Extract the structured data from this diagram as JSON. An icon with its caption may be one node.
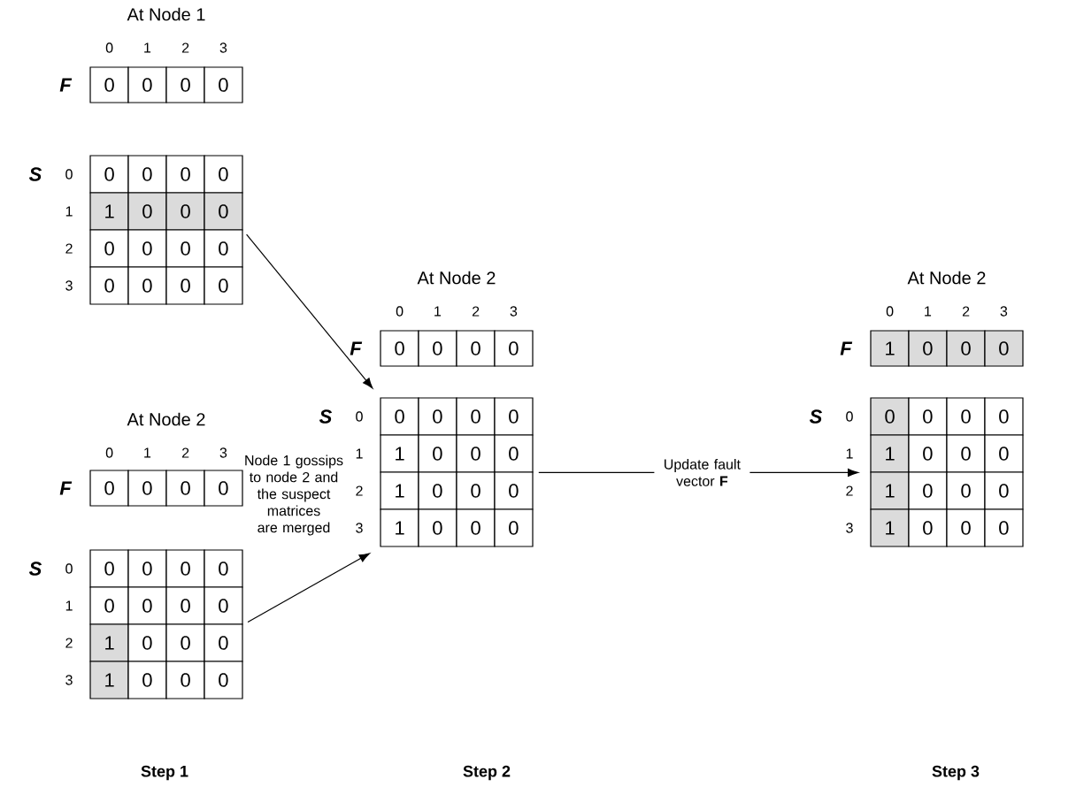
{
  "diagram": {
    "nodes": [
      {
        "text": [
          "0",
          "0",
          "0",
          "0"
        ]
      },
      {
        "text": [
          "0",
          "0",
          "0",
          "0",
          "1",
          "0",
          "0",
          "0",
          "0",
          "0",
          "0",
          "0",
          "0",
          "0",
          "0",
          "0"
        ]
      },
      {
        "text": [
          "0",
          "0",
          "0",
          "0"
        ]
      },
      {
        "text": [
          "0",
          "0",
          "0",
          "0",
          "0",
          "0",
          "0",
          "0",
          "1",
          "0",
          "0",
          "0",
          "1",
          "0",
          "0",
          "0"
        ]
      },
      {
        "text": [
          "0",
          "0",
          "0",
          "0"
        ]
      },
      {
        "text": [
          "0",
          "0",
          "0",
          "0",
          "1",
          "0",
          "0",
          "0",
          "1",
          "0",
          "0",
          "0",
          "1",
          "0",
          "0",
          "0"
        ]
      },
      {
        "text": [
          "1",
          "0",
          "0",
          "0"
        ]
      },
      {
        "text": [
          "0",
          "0",
          "0",
          "0",
          "1",
          "0",
          "0",
          "0",
          "1",
          "0",
          "0",
          "0",
          "1",
          "0",
          "0",
          "0"
        ]
      }
    ],
    "edges": [
      {
        "from": 1,
        "to": 5,
        "arrow": "to"
      },
      {
        "from": 3,
        "to": 5,
        "arrow": "to"
      },
      {
        "from": 5,
        "to": 7,
        "arrow": "to",
        "label": "Update fault vector **F**"
      }
    ],
    "labels": [
      "At Node 1",
      "0",
      "1",
      "2",
      "3",
      "F",
      "S",
      "0",
      "1",
      "2",
      "3",
      "At Node 2",
      "0",
      "1",
      "2",
      "3",
      "F",
      "S",
      "0",
      "1",
      "2",
      "3",
      "Node 1 gossips to node 2 and the suspect matrices are merged",
      "At Node 2",
      "0",
      "1",
      "2",
      "3",
      "F",
      "S",
      "0",
      "1",
      "2",
      "3",
      "At Node 2",
      "0",
      "1",
      "2",
      "3",
      "F",
      "S",
      "0",
      "1",
      "2",
      "3",
      "Step 1",
      "Step 2",
      "Step 3"
    ]
  }
}
